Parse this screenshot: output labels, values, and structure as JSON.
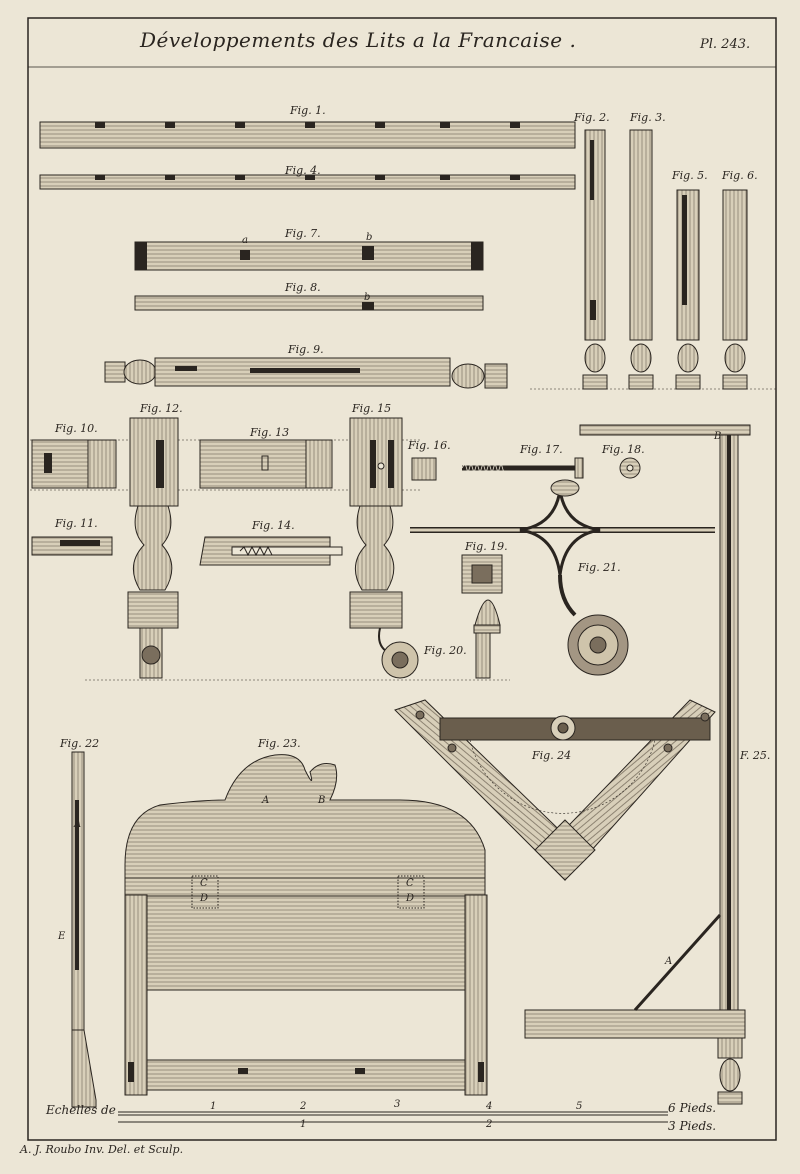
{
  "title": "Développements des Lits a la Francaise .",
  "plate_number": "Pl. 243.",
  "figures": {
    "f1": "Fig. 1.",
    "f2": "Fig. 2.",
    "f3": "Fig. 3.",
    "f4": "Fig. 4.",
    "f5": "Fig. 5.",
    "f6": "Fig. 6.",
    "f7": "Fig. 7.",
    "f8": "Fig. 8.",
    "f9": "Fig. 9.",
    "f10": "Fig. 10.",
    "f11": "Fig. 11.",
    "f12": "Fig. 12.",
    "f13": "Fig. 13",
    "f14": "Fig. 14.",
    "f15": "Fig. 15",
    "f16": "Fig. 16.",
    "f17": "Fig. 17.",
    "f18": "Fig. 18.",
    "f19": "Fig. 19.",
    "f20": "Fig. 20.",
    "f21": "Fig. 21.",
    "f22": "Fig. 22",
    "f23": "Fig. 23.",
    "f24": "Fig. 24",
    "f25": "F. 25."
  },
  "letters": {
    "a": "a",
    "b7": "b",
    "b8": "b",
    "A": "A",
    "B": "B",
    "C1": "C",
    "D1": "D",
    "C2": "C",
    "D2": "D",
    "E": "E",
    "A22": "A",
    "B25": "B",
    "A25": "A"
  },
  "scale": {
    "label": "Echelles de",
    "pieds6": "6 Pieds.",
    "pieds3": "3 Pieds.",
    "ticks_top": [
      "1",
      "2",
      "3",
      "4",
      "5"
    ],
    "ticks_bottom": [
      "1",
      "2"
    ]
  },
  "credit": "A. J. Roubo Inv. Del. et Sculp."
}
